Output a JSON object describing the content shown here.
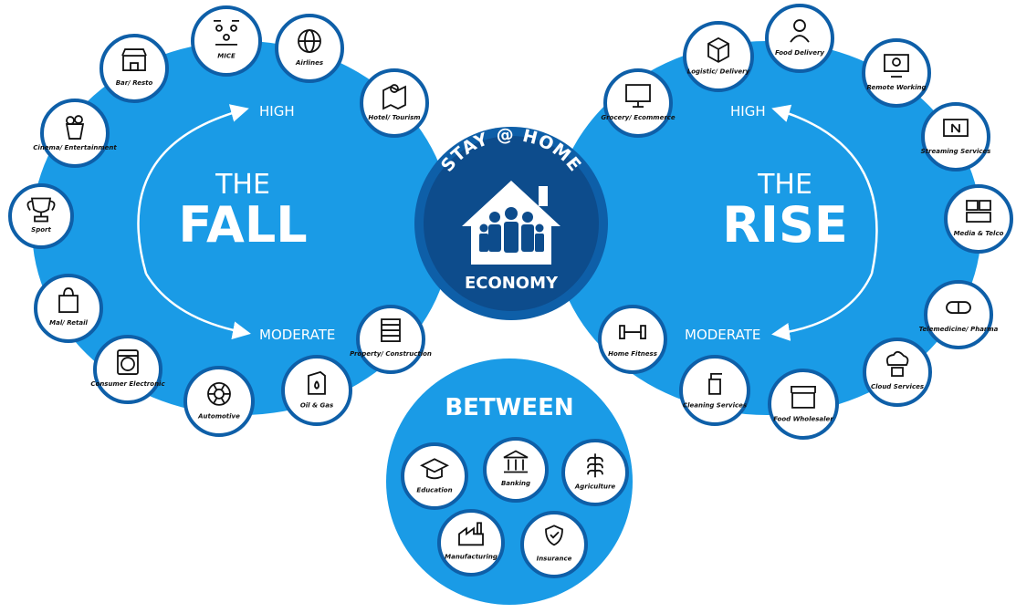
{
  "center": {
    "top_text": "STAY @ HOME",
    "bottom_text": "ECONOMY"
  },
  "fall": {
    "title_small": "THE",
    "title_big": "FALL",
    "high_label": "HIGH",
    "moderate_label": "MODERATE",
    "items": [
      {
        "label": "MICE",
        "icon": "people-network-icon"
      },
      {
        "label": "Airlines",
        "icon": "globe-plane-icon"
      },
      {
        "label": "Hotel/ Tourism",
        "icon": "map-pin-icon"
      },
      {
        "label": "Bar/ Resto",
        "icon": "storefront-icon"
      },
      {
        "label": "Cinema/ Entertainment",
        "icon": "popcorn-icon"
      },
      {
        "label": "Sport",
        "icon": "trophy-icon"
      },
      {
        "label": "Mal/ Retail",
        "icon": "shopping-bag-icon"
      },
      {
        "label": "Consumer Electronic",
        "icon": "washing-machine-icon"
      },
      {
        "label": "Automotive",
        "icon": "wheel-icon"
      },
      {
        "label": "Oil & Gas",
        "icon": "oil-canister-icon"
      },
      {
        "label": "Property/ Construction",
        "icon": "building-icon"
      }
    ]
  },
  "rise": {
    "title_small": "THE",
    "title_big": "RISE",
    "high_label": "HIGH",
    "moderate_label": "MODERATE",
    "items": [
      {
        "label": "Food Delivery",
        "icon": "delivery-person-icon"
      },
      {
        "label": "Logistic/ Delivery",
        "icon": "package-icon"
      },
      {
        "label": "Grocery/ Ecommerce",
        "icon": "cart-monitor-icon"
      },
      {
        "label": "Remote Working",
        "icon": "video-call-icon"
      },
      {
        "label": "Streaming Services",
        "icon": "streaming-screen-icon"
      },
      {
        "label": "Media & Telco",
        "icon": "media-devices-icon"
      },
      {
        "label": "Telemedicine/ Pharma",
        "icon": "pill-capsule-icon"
      },
      {
        "label": "Cloud Services",
        "icon": "cloud-server-icon"
      },
      {
        "label": "Food Wholesaler",
        "icon": "market-stall-icon"
      },
      {
        "label": "Cleaning Services",
        "icon": "cleaning-spray-icon"
      },
      {
        "label": "Home Fitness",
        "icon": "dumbbell-icon"
      }
    ]
  },
  "between": {
    "title": "BETWEEN",
    "items": [
      {
        "label": "Education",
        "icon": "graduation-cap-icon"
      },
      {
        "label": "Banking",
        "icon": "bank-building-icon"
      },
      {
        "label": "Agriculture",
        "icon": "wheat-icon"
      },
      {
        "label": "Manufacturing",
        "icon": "factory-icon"
      },
      {
        "label": "Insurance",
        "icon": "shield-hands-icon"
      }
    ]
  },
  "colors": {
    "blue": "#1a9be6",
    "light_blue": "#3aa8ec",
    "navy": "#0d4c8c",
    "ring": "#0e5fa8",
    "white": "#ffffff"
  }
}
